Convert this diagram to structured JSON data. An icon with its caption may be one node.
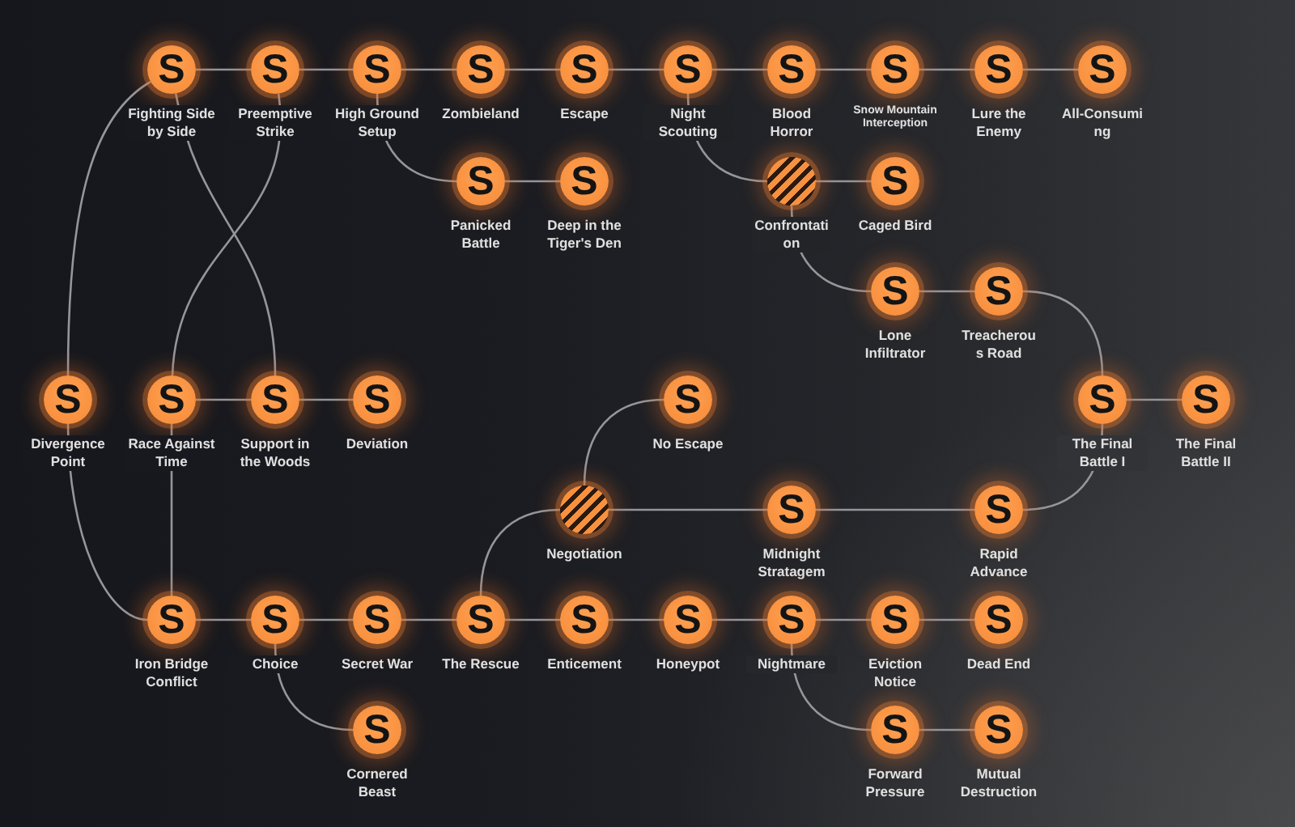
{
  "diagram": {
    "nodes": [
      {
        "text": [
          "S",
          "Fighting Side by Side"
        ]
      },
      {
        "text": [
          "S",
          "Preemptive Strike"
        ]
      },
      {
        "text": [
          "S",
          "High Ground Setup"
        ]
      },
      {
        "text": [
          "S",
          "Zombieland"
        ]
      },
      {
        "text": [
          "S",
          "Escape"
        ]
      },
      {
        "text": [
          "S",
          "Night Scouting"
        ]
      },
      {
        "text": [
          "S",
          "Blood Horror"
        ]
      },
      {
        "text": [
          "S",
          "Snow Mountain Interception"
        ]
      },
      {
        "text": [
          "S",
          "Lure the Enemy"
        ]
      },
      {
        "text": [
          "S",
          "All-Consuming"
        ]
      },
      {
        "text": [
          "S",
          "Panicked Battle"
        ]
      },
      {
        "text": [
          "S",
          "Deep in the Tiger's Den"
        ]
      },
      {
        "text": [
          "Confrontation"
        ]
      },
      {
        "text": [
          "S",
          "Caged Bird"
        ]
      },
      {
        "text": [
          "S",
          "Lone Infiltrator"
        ]
      },
      {
        "text": [
          "S",
          "Treacherous Road"
        ]
      },
      {
        "text": [
          "S",
          "Divergence Point"
        ]
      },
      {
        "text": [
          "S",
          "Race Against Time"
        ]
      },
      {
        "text": [
          "S",
          "Support in the Woods"
        ]
      },
      {
        "text": [
          "S",
          "Deviation"
        ]
      },
      {
        "text": [
          "S",
          "No Escape"
        ]
      },
      {
        "text": [
          "S",
          "The Final Battle I"
        ]
      },
      {
        "text": [
          "S",
          "The Final Battle II"
        ]
      },
      {
        "text": [
          "Negotiation"
        ]
      },
      {
        "text": [
          "S",
          "Midnight Stratagem"
        ]
      },
      {
        "text": [
          "S",
          "Rapid Advance"
        ]
      },
      {
        "text": [
          "S",
          "Iron Bridge Conflict"
        ]
      },
      {
        "text": [
          "S",
          "Choice"
        ]
      },
      {
        "text": [
          "S",
          "Secret War"
        ]
      },
      {
        "text": [
          "S",
          "The Rescue"
        ]
      },
      {
        "text": [
          "S",
          "Enticement"
        ]
      },
      {
        "text": [
          "S",
          "Honeypot"
        ]
      },
      {
        "text": [
          "S",
          "Nightmare"
        ]
      },
      {
        "text": [
          "S",
          "Eviction Notice"
        ]
      },
      {
        "text": [
          "S",
          "Dead End"
        ]
      },
      {
        "text": [
          "S",
          "Cornered Beast"
        ]
      },
      {
        "text": [
          "S",
          "Forward Pressure"
        ]
      },
      {
        "text": [
          "S",
          "Mutual Destruction"
        ]
      }
    ],
    "edges": [
      {
        "from": 0,
        "to": 1,
        "arrow": "none"
      },
      {
        "from": 1,
        "to": 2,
        "arrow": "none"
      },
      {
        "from": 2,
        "to": 3,
        "arrow": "none"
      },
      {
        "from": 3,
        "to": 4,
        "arrow": "none"
      },
      {
        "from": 4,
        "to": 5,
        "arrow": "none"
      },
      {
        "from": 5,
        "to": 6,
        "arrow": "none"
      },
      {
        "from": 6,
        "to": 7,
        "arrow": "none"
      },
      {
        "from": 7,
        "to": 8,
        "arrow": "none"
      },
      {
        "from": 8,
        "to": 9,
        "arrow": "none"
      },
      {
        "from": 2,
        "to": 10,
        "arrow": "none"
      },
      {
        "from": 10,
        "to": 11,
        "arrow": "none"
      },
      {
        "from": 5,
        "to": 12,
        "arrow": "none"
      },
      {
        "from": 12,
        "to": 13,
        "arrow": "none"
      },
      {
        "from": 12,
        "to": 14,
        "arrow": "none"
      },
      {
        "from": 14,
        "to": 15,
        "arrow": "none"
      },
      {
        "from": 15,
        "to": 21,
        "arrow": "none"
      },
      {
        "from": 21,
        "to": 22,
        "arrow": "none"
      },
      {
        "from": 21,
        "to": 25,
        "arrow": "none"
      },
      {
        "from": 25,
        "to": 24,
        "arrow": "none"
      },
      {
        "from": 24,
        "to": 23,
        "arrow": "none"
      },
      {
        "from": 23,
        "to": 20,
        "arrow": "none"
      },
      {
        "from": 23,
        "to": 29,
        "arrow": "none"
      },
      {
        "from": 0,
        "to": 16,
        "arrow": "none"
      },
      {
        "from": 0,
        "to": 18,
        "arrow": "none"
      },
      {
        "from": 1,
        "to": 17,
        "arrow": "none"
      },
      {
        "from": 17,
        "to": 18,
        "arrow": "none"
      },
      {
        "from": 18,
        "to": 19,
        "arrow": "none"
      },
      {
        "from": 17,
        "to": 26,
        "arrow": "none"
      },
      {
        "from": 16,
        "to": 26,
        "arrow": "none"
      },
      {
        "from": 26,
        "to": 27,
        "arrow": "none"
      },
      {
        "from": 27,
        "to": 28,
        "arrow": "none"
      },
      {
        "from": 28,
        "to": 29,
        "arrow": "none"
      },
      {
        "from": 29,
        "to": 30,
        "arrow": "none"
      },
      {
        "from": 30,
        "to": 31,
        "arrow": "none"
      },
      {
        "from": 31,
        "to": 32,
        "arrow": "none"
      },
      {
        "from": 32,
        "to": 33,
        "arrow": "none"
      },
      {
        "from": 33,
        "to": 34,
        "arrow": "none"
      },
      {
        "from": 27,
        "to": 35,
        "arrow": "none"
      },
      {
        "from": 32,
        "to": 36,
        "arrow": "none"
      },
      {
        "from": 36,
        "to": 37,
        "arrow": "none"
      }
    ]
  }
}
